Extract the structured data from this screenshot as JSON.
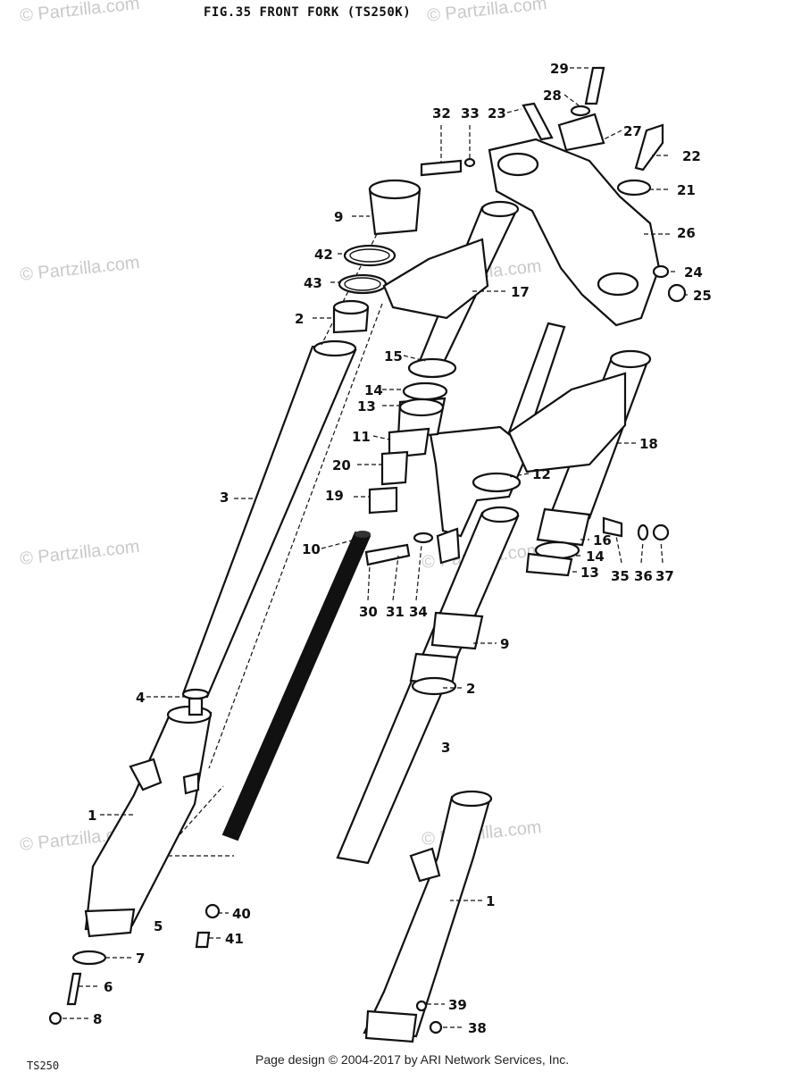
{
  "title": "FIG.35   FRONT FORK (TS250K)",
  "watermark": "© Partzilla.com",
  "footer": "Page design © 2004-2017 by ARI Network Services, Inc.",
  "model": "TS250",
  "labels": {
    "1": "1",
    "2": "2",
    "3": "3",
    "4": "4",
    "5": "5",
    "6": "6",
    "7": "7",
    "8": "8",
    "9": "9",
    "10": "10",
    "11": "11",
    "12": "12",
    "13": "13",
    "14": "14",
    "15": "15",
    "16": "16",
    "17": "17",
    "18": "18",
    "19": "19",
    "20": "20",
    "21": "21",
    "22": "22",
    "23": "23",
    "24": "24",
    "25": "25",
    "26": "26",
    "27": "27",
    "28": "28",
    "29": "29",
    "30": "30",
    "31": "31",
    "32": "32",
    "33": "33",
    "34": "34",
    "35": "35",
    "36": "36",
    "37": "37",
    "38": "38",
    "39": "39",
    "40": "40",
    "41": "41",
    "42": "42",
    "43": "43"
  }
}
